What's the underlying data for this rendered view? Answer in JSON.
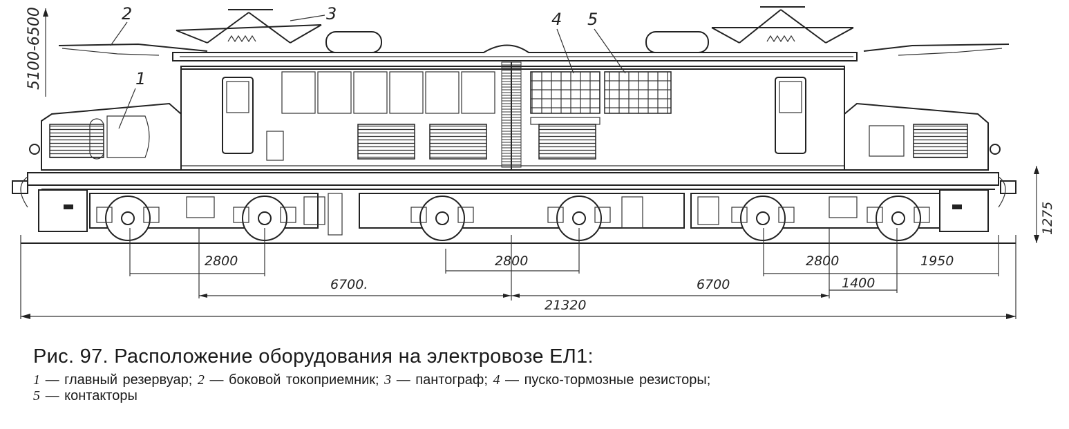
{
  "figure": {
    "callouts": [
      "1",
      "2",
      "3",
      "4",
      "5"
    ],
    "dimensions": {
      "height_range": "5100-6500",
      "wheel_height": "1275",
      "axle_base_left": "2800",
      "axle_base_middle": "2800",
      "axle_base_right": "2800",
      "overhang_right": "1950",
      "bogie_left": "6700.",
      "bogie_right": "6700",
      "offset_right": "1400",
      "overall_length": "21320"
    }
  },
  "caption": {
    "title": "Рис. 97. Расположение оборудования на электровозе ЕЛ1:",
    "legend": [
      {
        "num": "1",
        "text": "— главный резервуар;"
      },
      {
        "num": "2",
        "text": "— боковой токоприемник;"
      },
      {
        "num": "3",
        "text": "— пантограф;"
      },
      {
        "num": "4",
        "text": "— пуско-тормозные резисторы;"
      },
      {
        "num": "5",
        "text": "— контакторы"
      }
    ]
  }
}
